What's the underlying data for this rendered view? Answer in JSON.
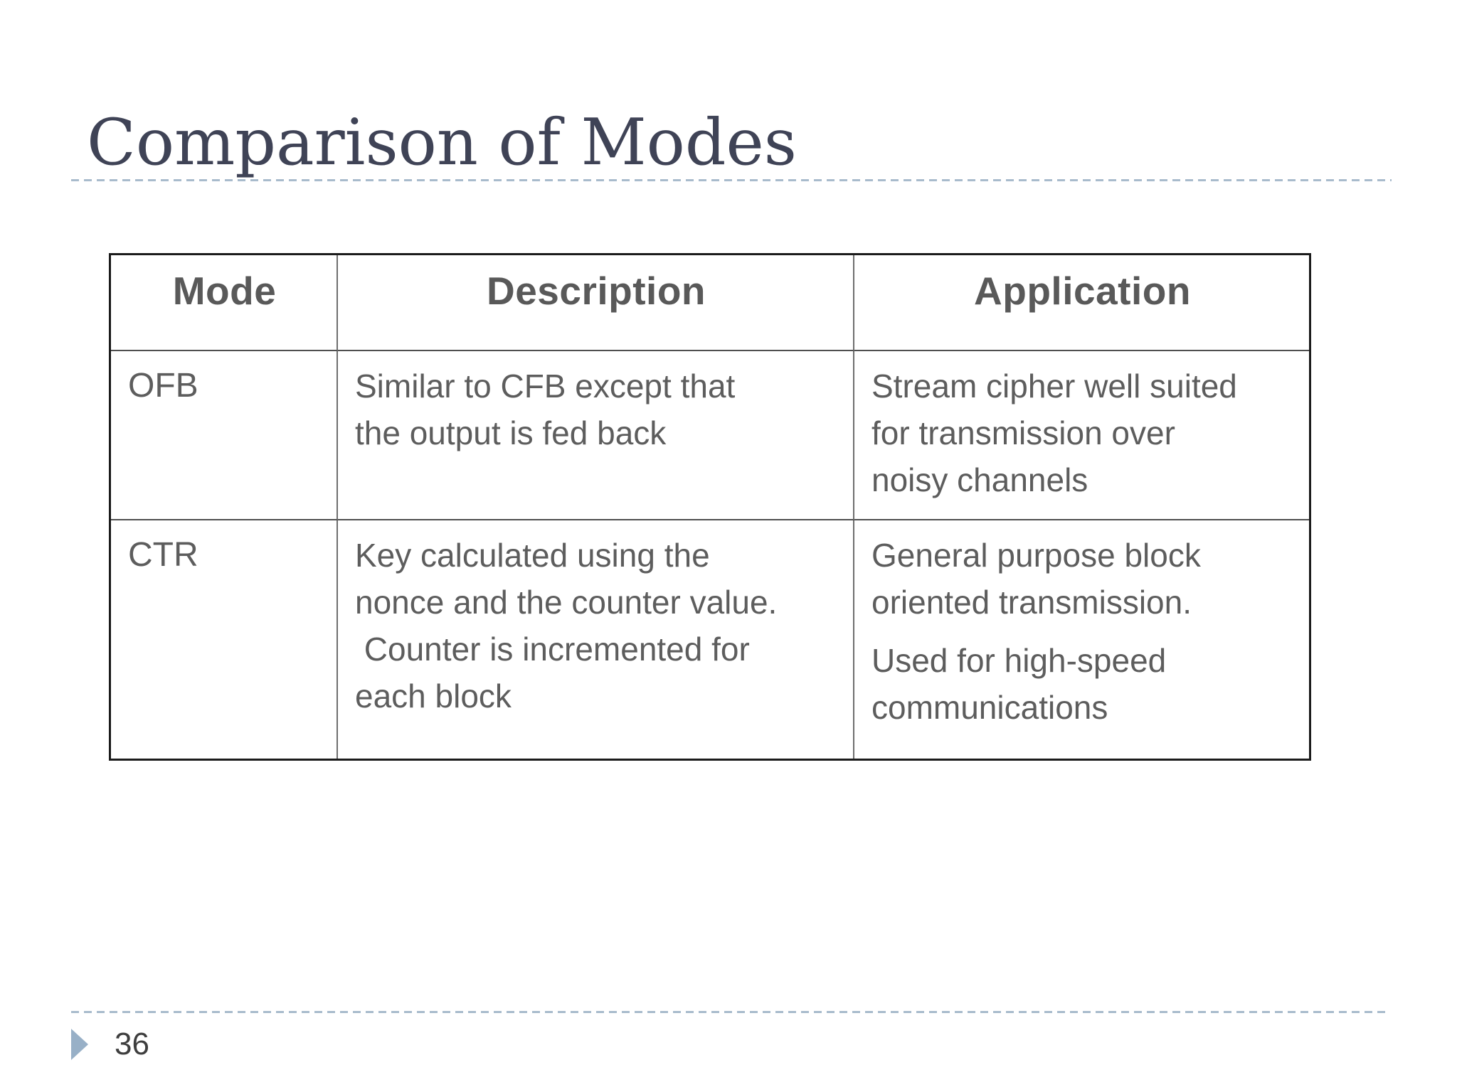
{
  "slide": {
    "title": "Comparison of Modes",
    "table": {
      "headers": [
        "Mode",
        "Description",
        "Application"
      ],
      "rows": [
        {
          "mode": "OFB",
          "description": "Similar to CFB except that\nthe output is fed back",
          "application": {
            "paragraphs": [
              "Stream cipher well suited\nfor transmission over\nnoisy channels"
            ]
          }
        },
        {
          "mode": "CTR",
          "description": "Key calculated using the\nnonce and the counter value.\n Counter is incremented for\neach block",
          "application": {
            "paragraphs": [
              "General purpose block\noriented transmission.",
              "Used for high-speed\ncommunications"
            ]
          }
        }
      ]
    },
    "footer": {
      "page_number": "36",
      "bullet_icon": "right-triangle-icon"
    },
    "accent_colors": {
      "title_text": "#3f4356",
      "header_text": "#595959",
      "body_text": "#5d5d5d",
      "divider_dash": "#a8bbcc",
      "bullet_triangle": "#98b0c7",
      "table_border": "#1b1b1b"
    }
  }
}
